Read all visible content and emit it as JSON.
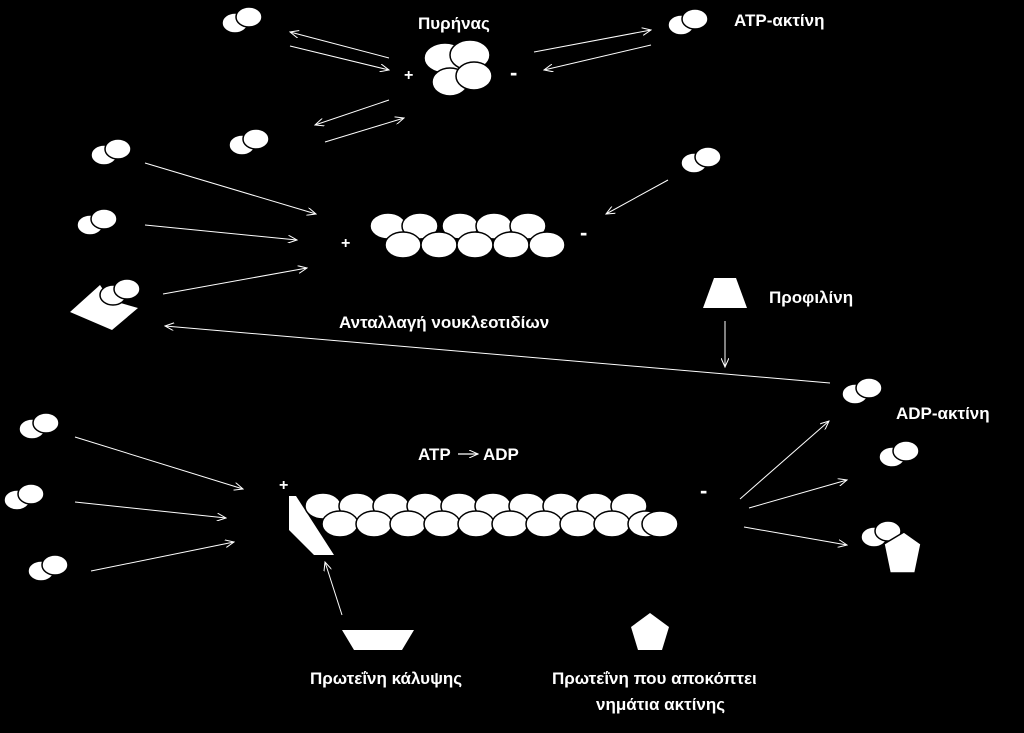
{
  "labels": {
    "nucleus": "Πυρήνας",
    "atp_actin": "ATP-ακτίνη",
    "profilin": "Προφιλίνη",
    "nucleotide_exchange": "Ανταλλαγή νουκλεοτιδίων",
    "adp_actin": "ADP-ακτίνη",
    "atp_to_adp_left": "ATP",
    "atp_to_adp_right": "ADP",
    "capping_protein": "Πρωτεΐνη κάλυψης",
    "severing_protein_line1": "Πρωτεΐνη που αποκόπτει",
    "severing_protein_line2": "νημάτια ακτίνης"
  },
  "signs": {
    "plus": "+",
    "minus": "-"
  },
  "colors": {
    "background": "#000000",
    "foreground": "#ffffff"
  }
}
